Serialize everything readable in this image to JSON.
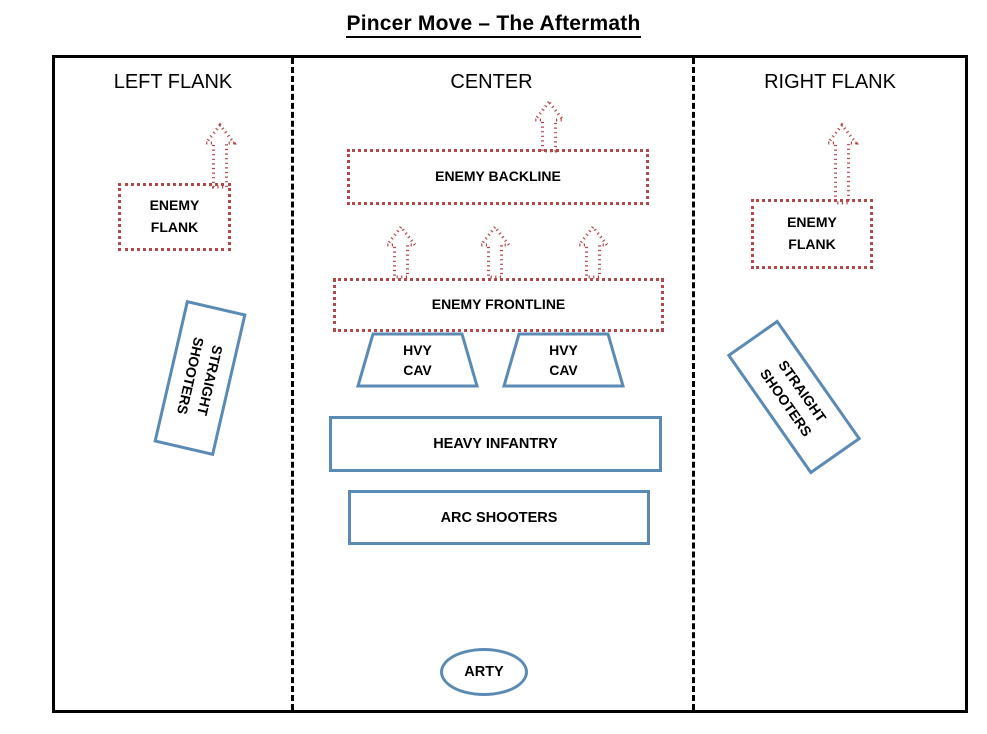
{
  "title": "Pincer Move – The Aftermath",
  "colors": {
    "enemy": "#b04a4a",
    "friendly": "#5b8ab5",
    "frame": "#000000",
    "background": "#ffffff"
  },
  "columns": [
    {
      "key": "left",
      "label": "LEFT FLANK"
    },
    {
      "key": "center",
      "label": "CENTER"
    },
    {
      "key": "right",
      "label": "RIGHT FLANK"
    }
  ],
  "enemy_units": [
    {
      "id": "left-flank",
      "label_line1": "ENEMY",
      "label_line2": "FLANK",
      "column": "left"
    },
    {
      "id": "right-flank",
      "label_line1": "ENEMY",
      "label_line2": "FLANK",
      "column": "right"
    },
    {
      "id": "enemy-backline",
      "label": "ENEMY BACKLINE",
      "column": "center"
    },
    {
      "id": "enemy-frontline",
      "label": "ENEMY FRONTLINE",
      "column": "center"
    }
  ],
  "friendly_units": [
    {
      "id": "straight-shooters-left",
      "label_line1": "STRAIGHT",
      "label_line2": "SHOOTERS",
      "column": "left",
      "shape": "rotated-rectangle"
    },
    {
      "id": "straight-shooters-right",
      "label_line1": "STRAIGHT",
      "label_line2": "SHOOTERS",
      "column": "right",
      "shape": "rotated-rectangle"
    },
    {
      "id": "hvy-cav-left",
      "label_line1": "HVY",
      "label_line2": "CAV",
      "column": "center",
      "shape": "trapezoid"
    },
    {
      "id": "hvy-cav-right",
      "label_line1": "HVY",
      "label_line2": "CAV",
      "column": "center",
      "shape": "trapezoid"
    },
    {
      "id": "heavy-infantry",
      "label": "HEAVY INFANTRY",
      "column": "center",
      "shape": "rectangle"
    },
    {
      "id": "arc-shooters",
      "label": "ARC SHOOTERS",
      "column": "center",
      "shape": "rectangle"
    },
    {
      "id": "arty",
      "label": "ARTY",
      "column": "center",
      "shape": "ellipse"
    }
  ],
  "arrows": [
    {
      "id": "arrow-left-flank",
      "direction": "up",
      "count": 1
    },
    {
      "id": "arrow-right-flank",
      "direction": "up",
      "count": 1
    },
    {
      "id": "arrow-backline-top",
      "direction": "up",
      "count": 1
    },
    {
      "id": "arrow-frontline-stack",
      "direction": "up",
      "count": 3
    }
  ]
}
